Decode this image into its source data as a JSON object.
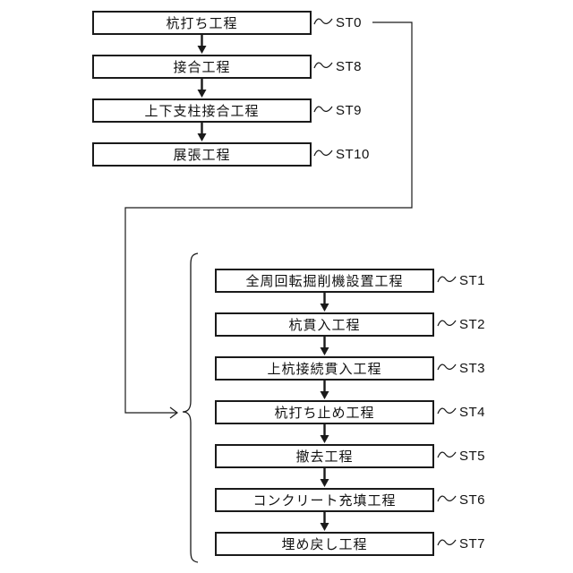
{
  "figure": {
    "background_color": "#ffffff",
    "line_color": "#1a1a1a",
    "text_color": "#111111"
  },
  "top_flow": {
    "steps": [
      {
        "label": "杭打ち工程",
        "ref": "ST0"
      },
      {
        "label": "接合工程",
        "ref": "ST8"
      },
      {
        "label": "上下支柱接合工程",
        "ref": "ST9"
      },
      {
        "label": "展張工程",
        "ref": "ST10"
      }
    ]
  },
  "sub_flow": {
    "steps": [
      {
        "label": "全周回転掘削機設置工程",
        "ref": "ST1"
      },
      {
        "label": "杭貫入工程",
        "ref": "ST2"
      },
      {
        "label": "上杭接続貫入工程",
        "ref": "ST3"
      },
      {
        "label": "杭打ち止め工程",
        "ref": "ST4"
      },
      {
        "label": "撤去工程",
        "ref": "ST5"
      },
      {
        "label": "コンクリート充填工程",
        "ref": "ST6"
      },
      {
        "label": "埋め戻し工程",
        "ref": "ST7"
      }
    ]
  }
}
